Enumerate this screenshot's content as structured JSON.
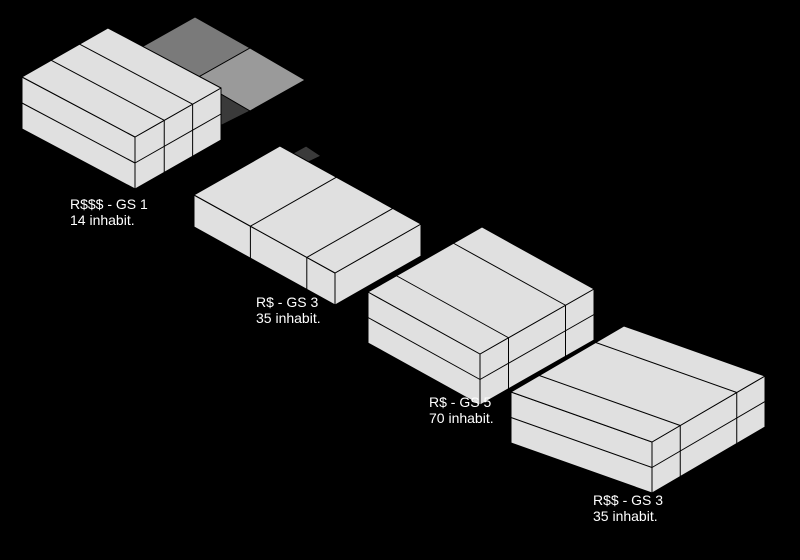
{
  "scene": {
    "background": "#000000",
    "face_colors": {
      "top": "#e0e0e0",
      "left": "#e0e0e0",
      "right": "#e0e0e0",
      "edge": "#000000"
    },
    "ground_colors": {
      "light": "#9a9a9a",
      "mid": "#7a7a7a",
      "dark": "#3a3a3a"
    },
    "buildings": [
      {
        "name": "building-1",
        "class_label": "R$$$ - GS 1",
        "inhabitants_label": "14 inhabit."
      },
      {
        "name": "building-2",
        "class_label": "R$ - GS 3",
        "inhabitants_label": "35 inhabit."
      },
      {
        "name": "building-3",
        "class_label": "R$ - GS 5",
        "inhabitants_label": "70 inhabit."
      },
      {
        "name": "building-4",
        "class_label": "R$$ - GS 3",
        "inhabitants_label": "35 inhabit."
      }
    ]
  }
}
